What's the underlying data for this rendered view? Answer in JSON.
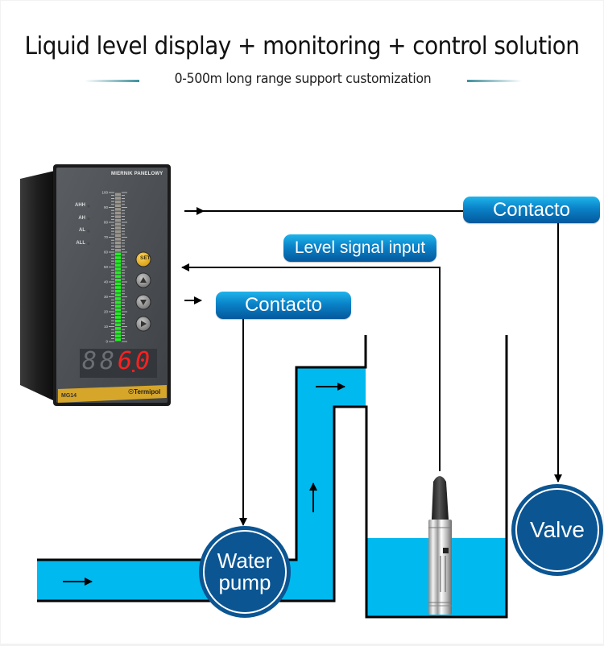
{
  "header": {
    "title": "Liquid level display + monitoring + control solution",
    "subtitle": "0-500m long range support customization"
  },
  "labels": {
    "contacto_top": "Contacto",
    "level_signal_input": "Level signal input",
    "contacto_left": "Contacto",
    "water_pump_line1": "Water",
    "water_pump_line2": "pump",
    "valve": "Valve"
  },
  "meter": {
    "brand_title": "MIERNIK PANELOWY",
    "model": "MG14",
    "brand": "Termipol",
    "alarm_labels": [
      "AHH",
      "AH",
      "AL",
      "ALL"
    ],
    "scale_ticks": [
      "100",
      "90",
      "80",
      "70",
      "60",
      "50",
      "40",
      "30",
      "20",
      "10",
      "0"
    ],
    "bar_level_percent": 60,
    "display_value": "6.0",
    "buttons": [
      "SET",
      "up",
      "down",
      "right"
    ],
    "set_label": "SET"
  },
  "colors": {
    "water": "#00b9ef",
    "badge_blue": "#0a82c8",
    "circle_blue": "#0b5593",
    "bar_green": "#22ee22",
    "display_red": "#ff2020",
    "meter_gold": "#d6a62a"
  }
}
